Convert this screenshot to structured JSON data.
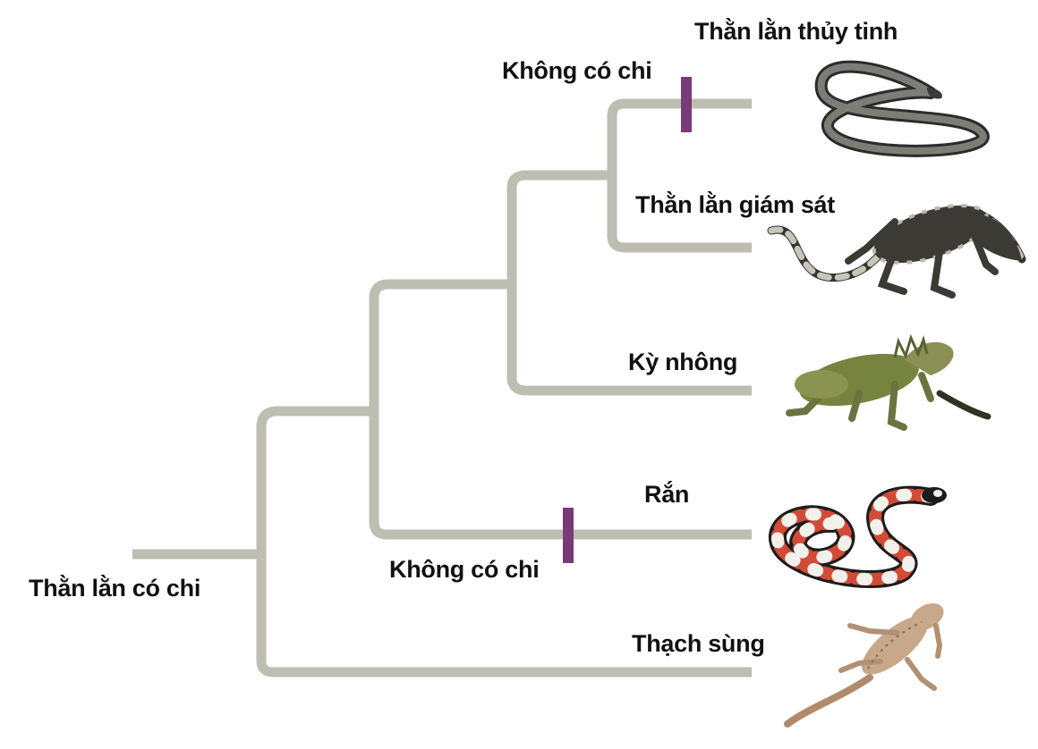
{
  "root": {
    "label": "Thằn lằn có chi"
  },
  "taxa": [
    {
      "label": "Thằn lằn thủy tinh",
      "icon": "glass-lizard-icon"
    },
    {
      "label": "Thằn lằn giám sát",
      "icon": "monitor-lizard-icon"
    },
    {
      "label": "Kỳ nhông",
      "icon": "iguana-icon"
    },
    {
      "label": "Rắn",
      "icon": "snake-icon"
    },
    {
      "label": "Thạch sùng",
      "icon": "gecko-icon"
    }
  ],
  "traits": [
    {
      "label": "Không có chi",
      "lineage": "Thằn lằn thủy tinh"
    },
    {
      "label": "Không có chi",
      "lineage": "Rắn"
    }
  ],
  "colors": {
    "branch": "#bdbdb2",
    "trait_marker": "#7a3a78",
    "text": "#111111"
  }
}
